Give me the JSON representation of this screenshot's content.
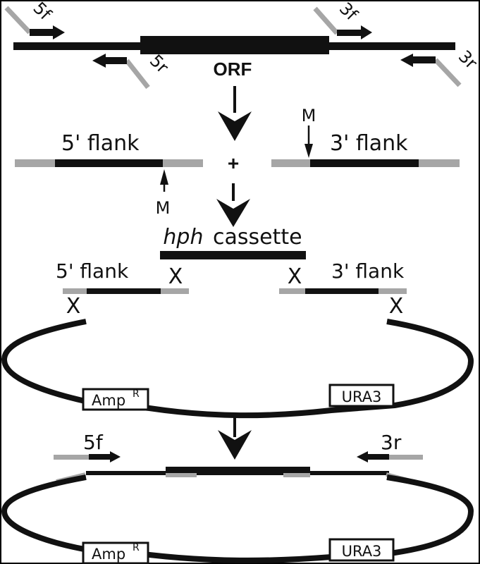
{
  "colors": {
    "dna": "#111111",
    "flank_overhang": "#a6a6a6",
    "background": "#ffffff",
    "frame": "#000000"
  },
  "diagram": {
    "title": "Construction of hph deletion cassette and plasmid integration",
    "step1": {
      "orf_label": "ORF",
      "primers": {
        "p5f": "5f",
        "p5r": "5r",
        "p3f": "3f",
        "p3r": "3r"
      }
    },
    "step2": {
      "left_flank_label": "5' flank",
      "right_flank_label": "3' flank",
      "plus": "+",
      "marker_left": "M",
      "marker_right": "M"
    },
    "step3": {
      "cassette_italic": "hph",
      "cassette_label": "cassette",
      "left_flank_label": "5' flank",
      "right_flank_label": "3' flank",
      "crossover": "X",
      "plasmid_markers": {
        "amp": "Amp",
        "amp_superscript": "R",
        "ura": "URA3"
      }
    },
    "step4": {
      "primer_left": "5f",
      "primer_right": "3r",
      "plasmid_markers": {
        "amp": "Amp",
        "amp_superscript": "R",
        "ura": "URA3"
      }
    }
  }
}
